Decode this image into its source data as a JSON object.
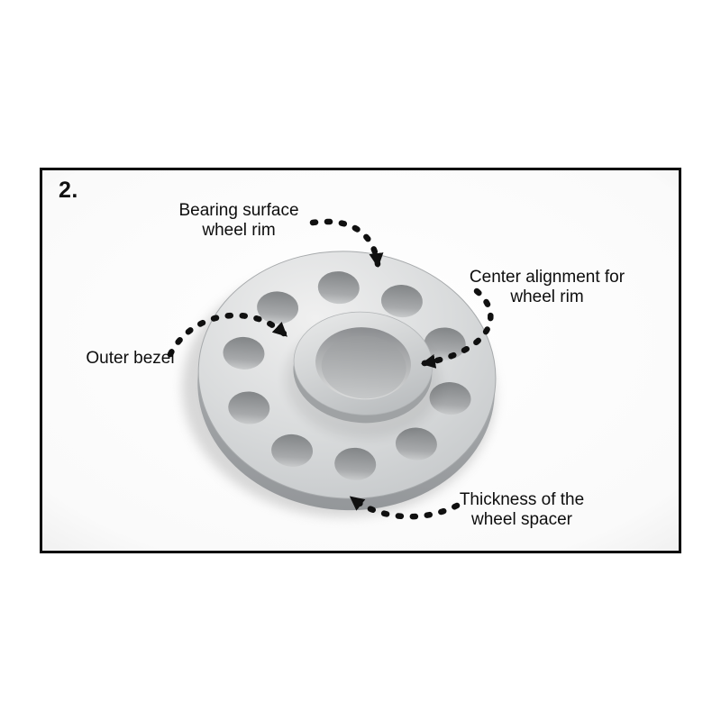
{
  "figure": {
    "step_number": "2.",
    "labels": {
      "bearing_surface": "Bearing surface\nwheel rim",
      "center_alignment": "Center alignment for\nwheel rim",
      "outer_bezel": "Outer bezel",
      "thickness": "Thickness of the\nwheel spacer"
    },
    "illustration": {
      "subject": "wheel-spacer",
      "bolt_hole_count": 10,
      "colors": {
        "frame_border": "#0b0b0b",
        "arrow": "#101010",
        "spacer_face": "#d6d8da",
        "spacer_side": "#a3a6a8",
        "hole": "#8a8c8e",
        "spacer_shadow": "#9b9b9b",
        "background": "#ffffff"
      }
    }
  }
}
